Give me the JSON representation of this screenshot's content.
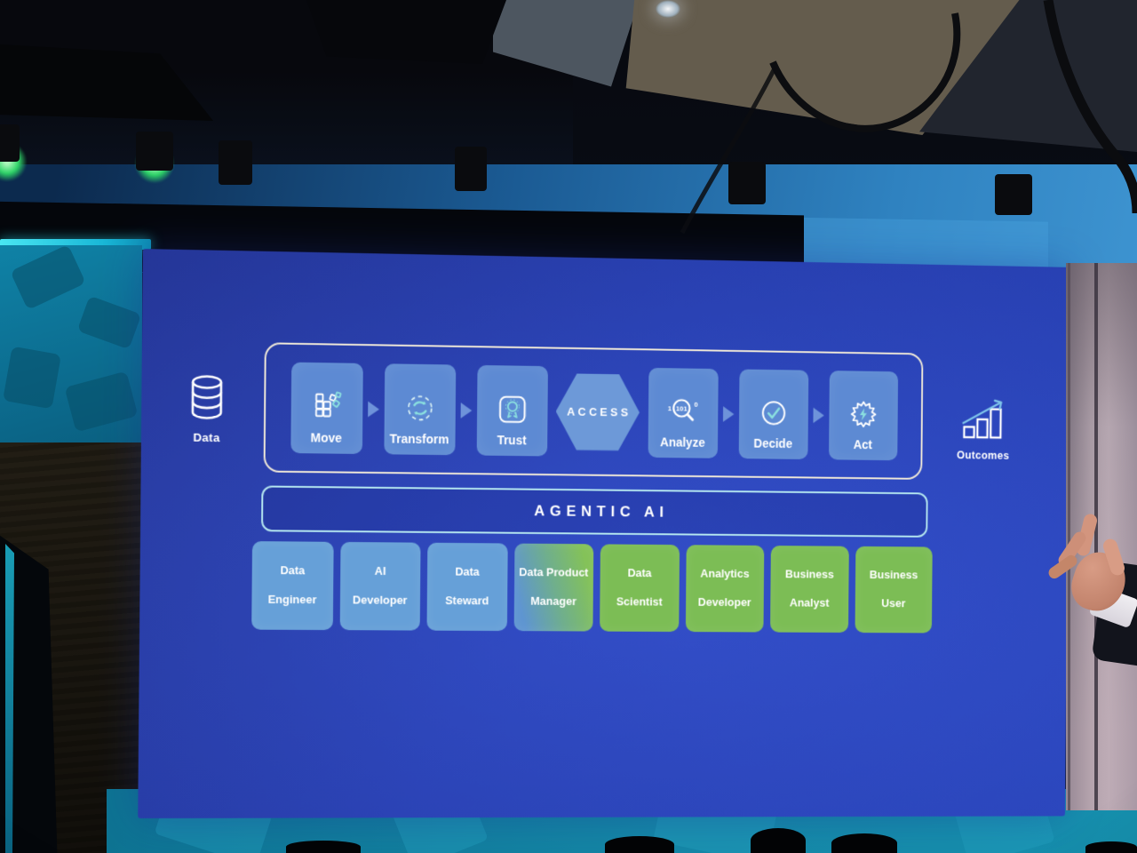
{
  "slide": {
    "source": {
      "label": "Data",
      "icon": "database-icon"
    },
    "outcome": {
      "label": "Outcomes",
      "icon": "bar-chart-growth-icon"
    },
    "stages": [
      {
        "label": "Move",
        "icon": "move-blocks-icon"
      },
      {
        "label": "Transform",
        "icon": "transform-cycle-icon"
      },
      {
        "label": "Trust",
        "icon": "trust-medal-icon"
      },
      {
        "label": "ACCESS",
        "icon": "access-hexagon",
        "shape": "hexagon"
      },
      {
        "label": "Analyze",
        "icon": "analyze-magnifier-icon"
      },
      {
        "label": "Decide",
        "icon": "decide-checkmark-icon"
      },
      {
        "label": "Act",
        "icon": "act-spark-icon"
      }
    ],
    "agentic_bar": {
      "label": "AGENTIC AI"
    },
    "roles": [
      {
        "line1": "Data",
        "line2": "Engineer",
        "color": "blue"
      },
      {
        "line1": "AI",
        "line2": "Developer",
        "color": "blue"
      },
      {
        "line1": "Data",
        "line2": "Steward",
        "color": "blue"
      },
      {
        "line1": "Data Product",
        "line2": "Manager",
        "color": "blue-green-gradient"
      },
      {
        "line1": "Data",
        "line2": "Scientist",
        "color": "green"
      },
      {
        "line1": "Analytics",
        "line2": "Developer",
        "color": "green"
      },
      {
        "line1": "Business",
        "line2": "Analyst",
        "color": "green"
      },
      {
        "line1": "Business",
        "line2": "User",
        "color": "green"
      }
    ],
    "colors": {
      "screen_background": "#2b44b8",
      "stage_box_blue": "#5d8ad3",
      "hexagon_blue": "#6d99d8",
      "frame_border_cream": "#efe8d8",
      "agentic_border_cyan": "#b5e7f0",
      "role_blue": "#66a0d8",
      "role_green": "#7cbd55",
      "icon_accent_cyan": "#8adfdf",
      "label_text": "#ffffff"
    }
  }
}
